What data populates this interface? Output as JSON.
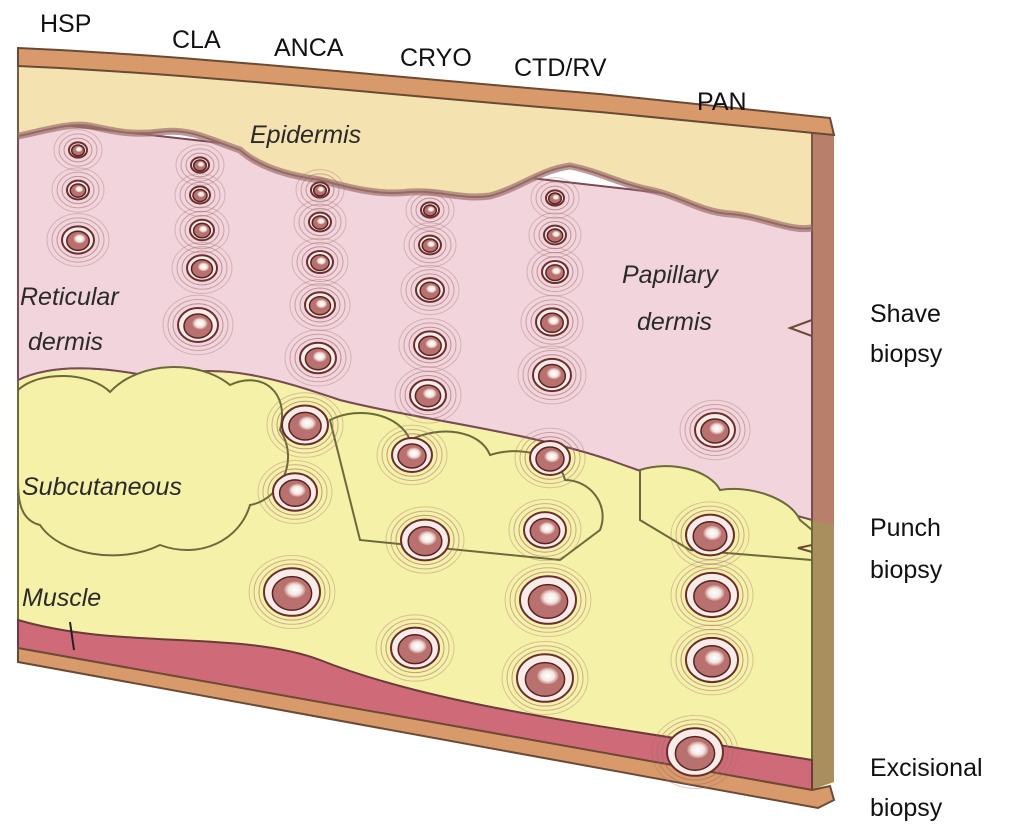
{
  "columns": [
    "HSP",
    "CLA",
    "ANCA",
    "CRYO",
    "CTD/RV",
    "PAN"
  ],
  "layers": {
    "epidermis": "Epidermis",
    "reticular": [
      "Reticular",
      "dermis"
    ],
    "papillary": [
      "Papillary",
      "dermis"
    ],
    "subcutaneous": "Subcutaneous",
    "muscle": "Muscle"
  },
  "biopsy": {
    "shave": [
      "Shave",
      "biopsy"
    ],
    "punch": [
      "Punch",
      "biopsy"
    ],
    "excisional": [
      "Excisional",
      "biopsy"
    ]
  },
  "colors": {
    "epidermis": "#f4e2b0",
    "dermis": "#f2d5dc",
    "fat": "#f6f1a8",
    "muscle": "#cf6b78",
    "top_band": "#d89a6a",
    "side_edge": "#b8806a",
    "vessel": "#8a3b3b"
  }
}
